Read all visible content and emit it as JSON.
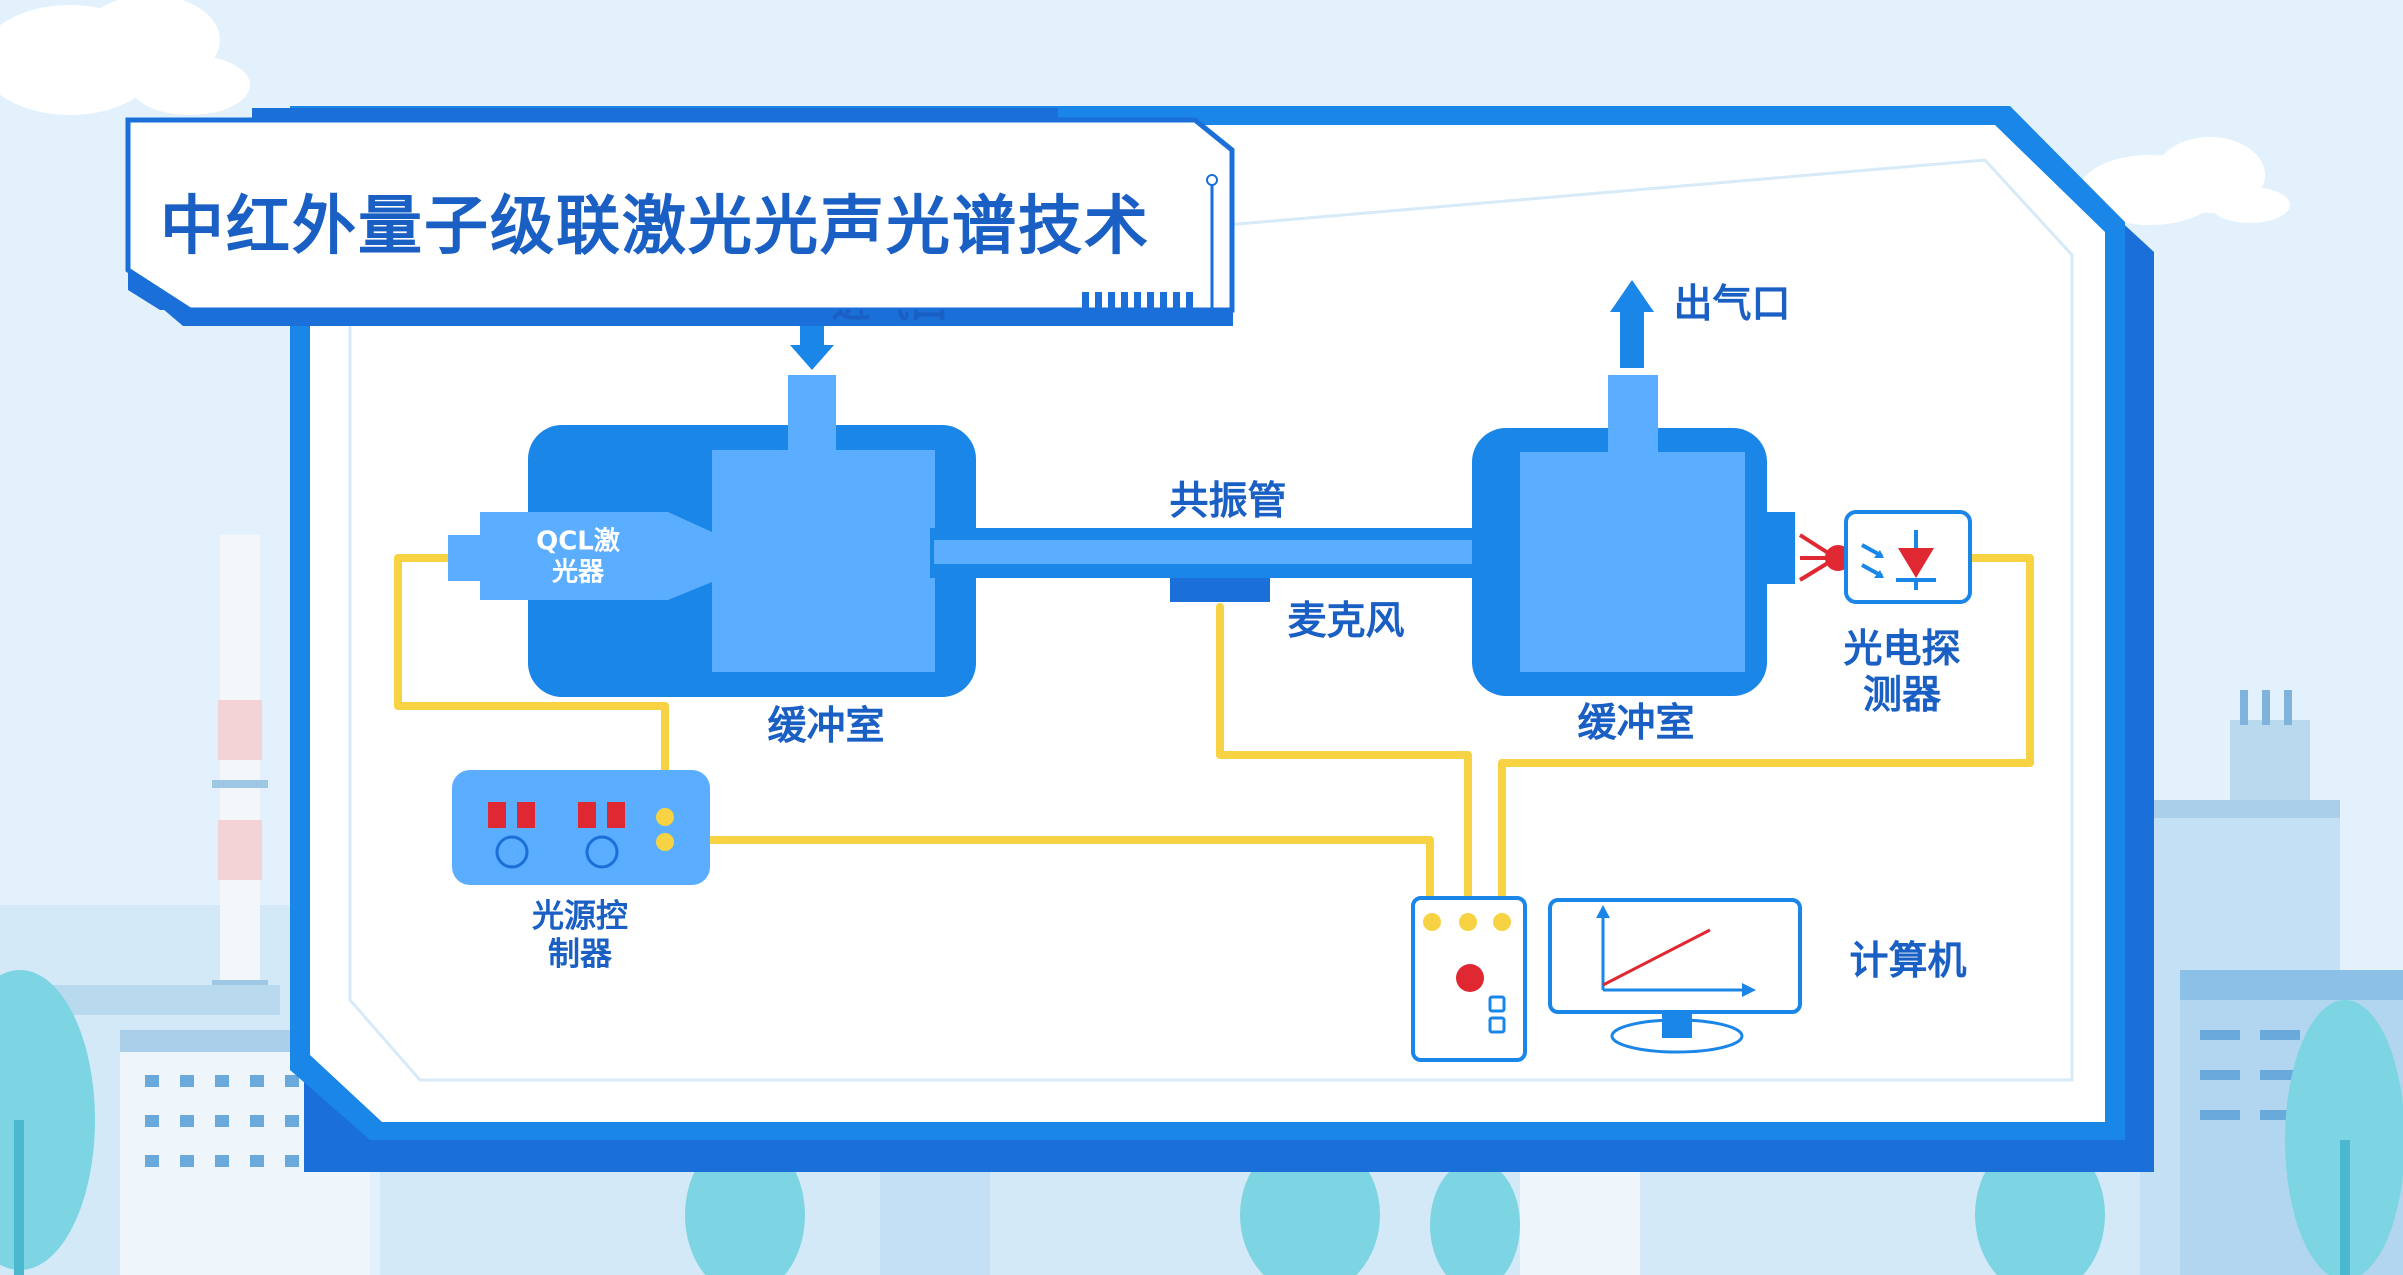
{
  "title": "中红外量子级联激光光声光谱技术",
  "labels": {
    "inlet": "进气口",
    "outlet": "出气口",
    "qcl_laser": "QCL激\n光器",
    "resonance_tube": "共振管",
    "microphone": "麦克风",
    "buffer_left": "缓冲室",
    "buffer_right": "缓冲室",
    "photodetector": "光电探\n测器",
    "light_source_controller": "光源控\n制器",
    "computer": "计算机"
  },
  "colors": {
    "primary_blue": "#1a6fd9",
    "chamber_blue": "#1a86e8",
    "chamber_inner": "#5aadff",
    "wire_yellow": "#f7d344",
    "indicator_red": "#e02832",
    "label_blue": "#1a5fc4"
  }
}
